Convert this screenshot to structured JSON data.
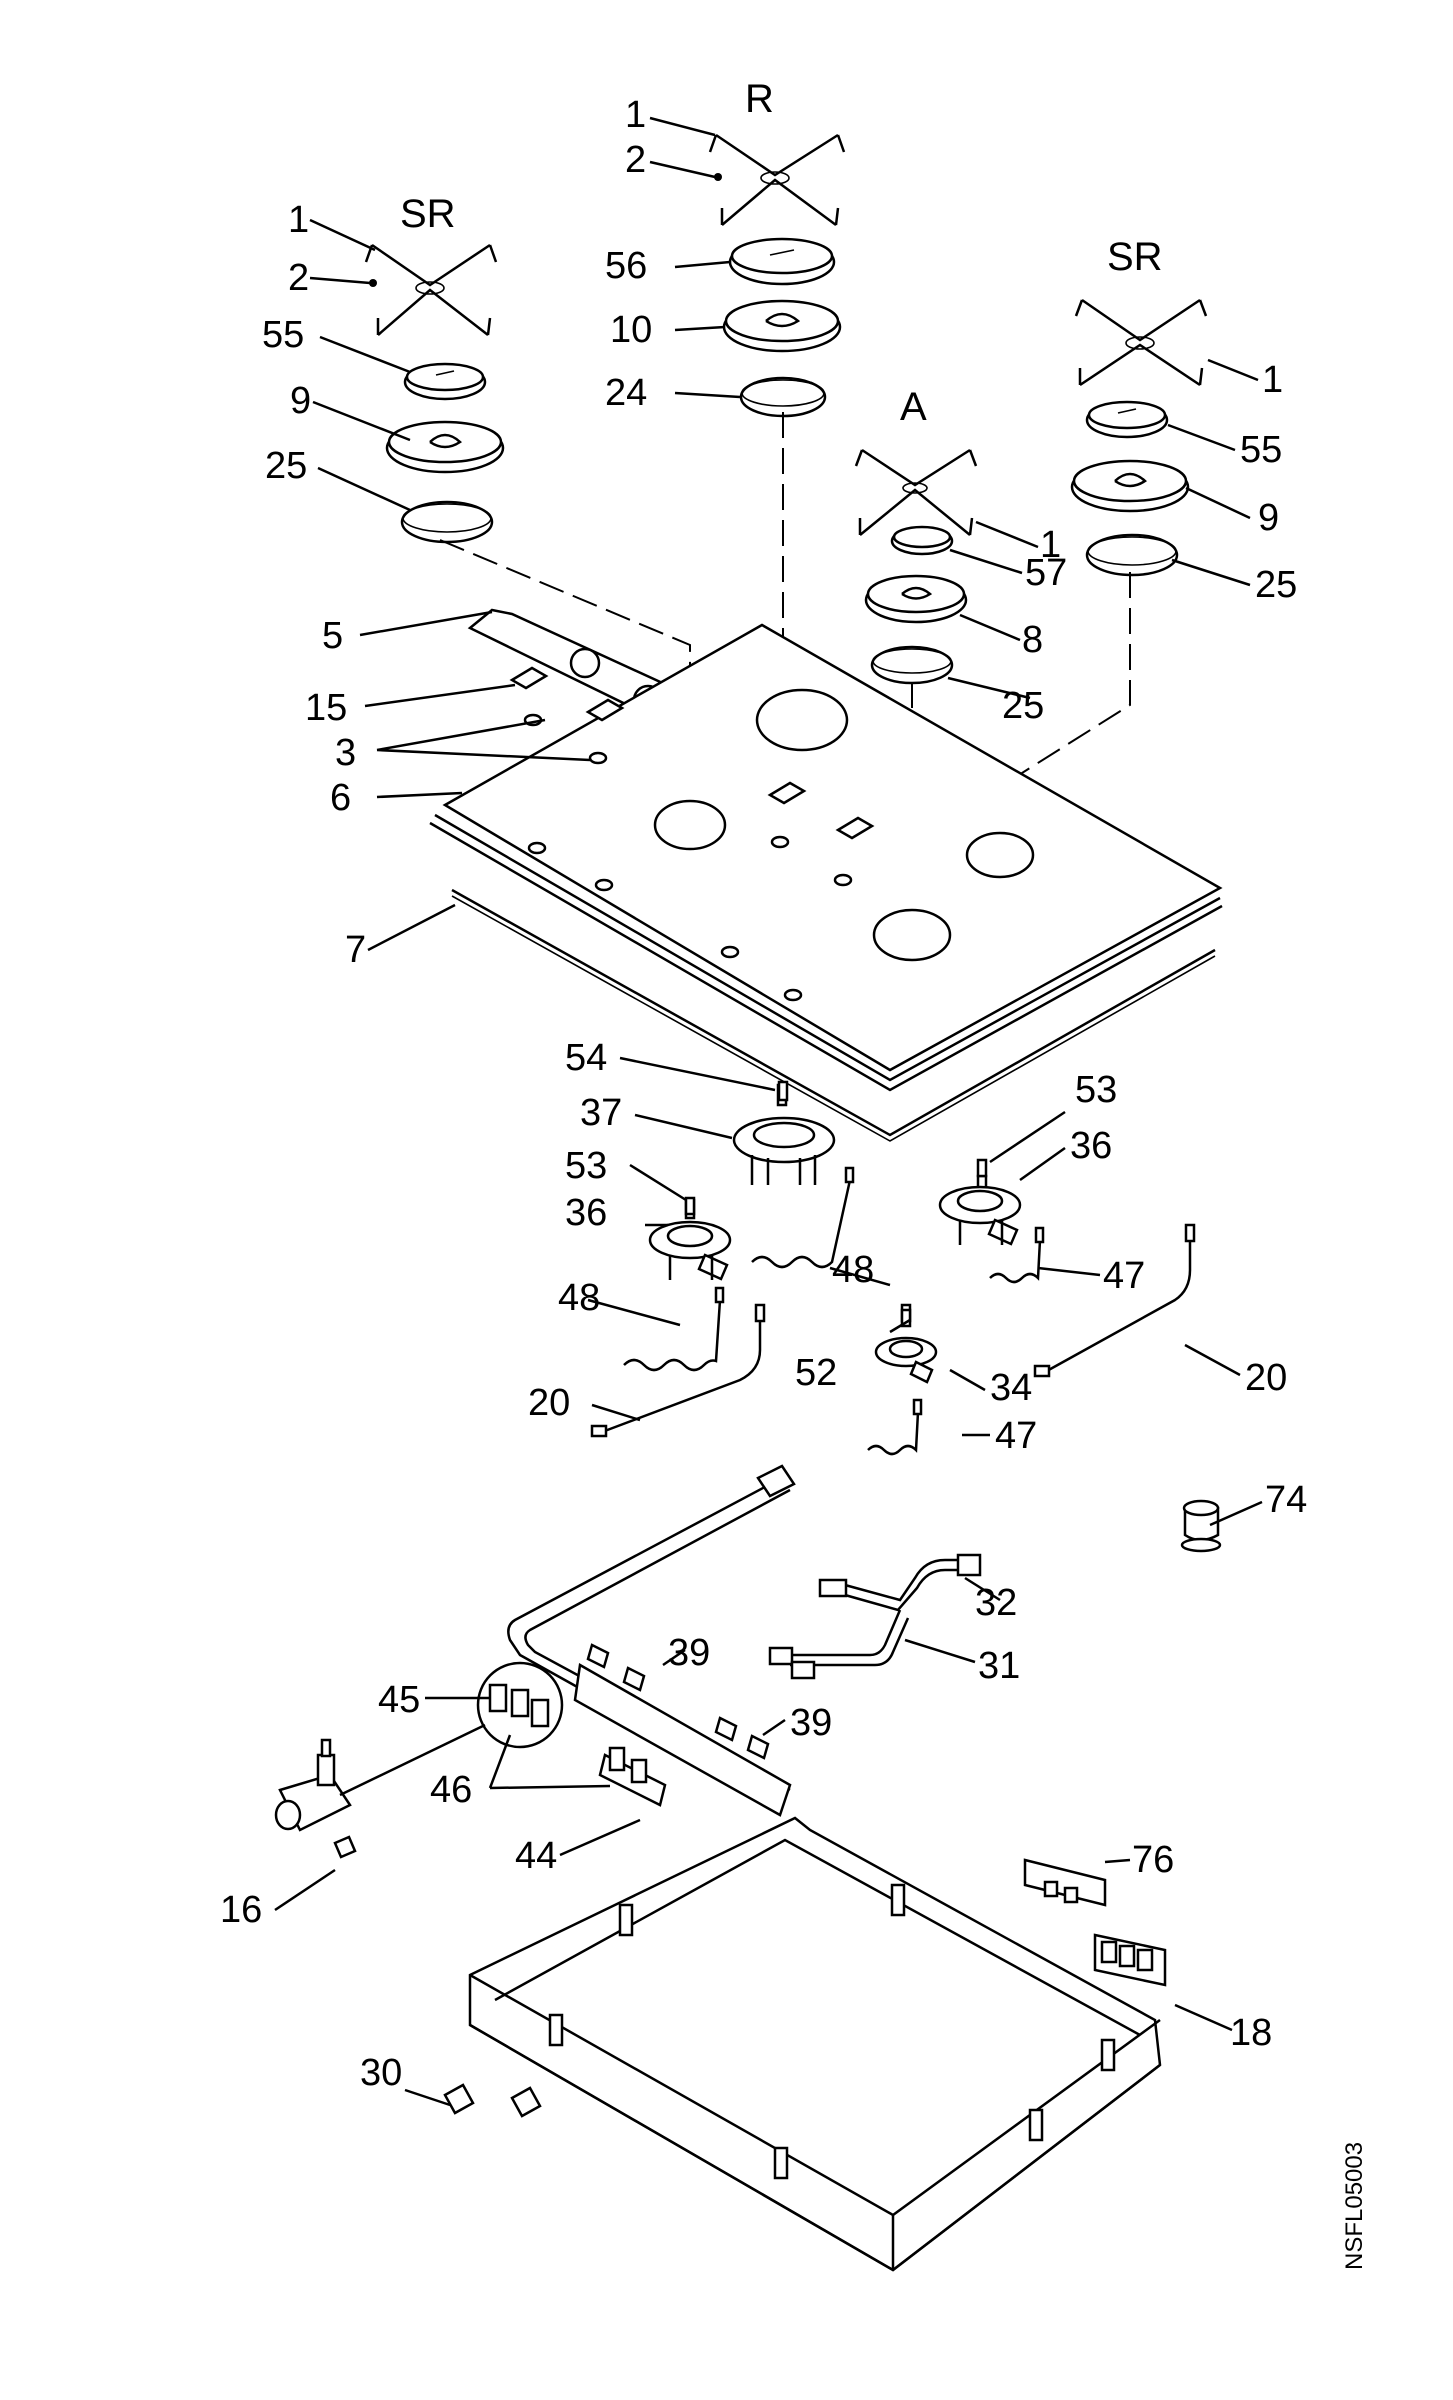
{
  "drawing_code": "NSFL05003",
  "burner_labels": {
    "left": "SR",
    "center": "R",
    "right_small": "A",
    "right": "SR"
  },
  "callouts": {
    "c1a": "1",
    "c2a": "2",
    "c55a": "55",
    "c9a": "9",
    "c25a": "25",
    "c1b": "1",
    "c2b": "2",
    "c56": "56",
    "c10": "10",
    "c24": "24",
    "c1c": "1",
    "c57": "57",
    "c8": "8",
    "c25c": "25",
    "c1d": "1",
    "c55d": "55",
    "c9d": "9",
    "c25d": "25",
    "c5": "5",
    "c15": "15",
    "c3": "3",
    "c6": "6",
    "c7": "7",
    "c54": "54",
    "c37": "37",
    "c53a": "53",
    "c36a": "36",
    "c53b": "53",
    "c36b": "36",
    "c48a": "48",
    "c48b": "48",
    "c47a": "47",
    "c20a": "20",
    "c52": "52",
    "c34": "34",
    "c20b": "20",
    "c47b": "47",
    "c74": "74",
    "c32": "32",
    "c31": "31",
    "c39a": "39",
    "c39b": "39",
    "c45": "45",
    "c46": "46",
    "c44": "44",
    "c16": "16",
    "c76": "76",
    "c18": "18",
    "c30": "30"
  }
}
